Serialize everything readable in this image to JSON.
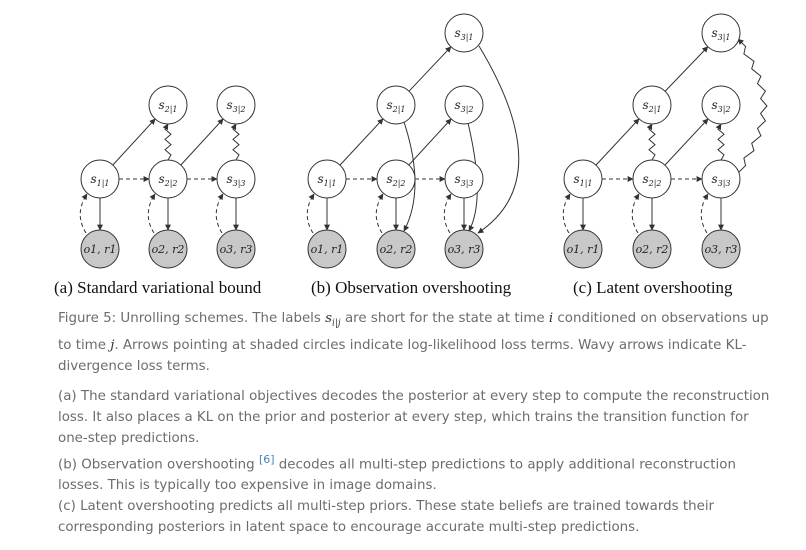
{
  "figure": {
    "panels": [
      {
        "id": "a",
        "caption": "(a) Standard variational bound"
      },
      {
        "id": "b",
        "caption": "(b) Observation overshooting"
      },
      {
        "id": "c",
        "caption": "(c) Latent overshooting"
      }
    ],
    "state_labels": [
      "s",
      "1|1",
      "2|1",
      "2|2",
      "3|2",
      "3|3",
      "3|1"
    ],
    "obs_labels": [
      "o1, r1",
      "o2, r2",
      "o3, r3"
    ],
    "colors": {
      "shaded": "#c8c8c8",
      "stroke": "#333333"
    }
  },
  "caption": {
    "p1": "Figure 5: Unrolling schemes. The labels ",
    "sym_s": "s",
    "sym_sub": "i|j",
    "p2": " are short for the state at time ",
    "sym_i": "i",
    "p3": " conditioned on observations up to time ",
    "sym_j": "j",
    "p4": ". Arrows pointing at shaded circles indicate log-likelihood loss terms. Wavy arrows indicate KL-divergence loss terms."
  },
  "description": {
    "a": "(a) The standard variational objectives decodes the posterior at every step to compute the reconstruction loss. It also places a KL on the prior and posterior at every step, which trains the transition function for one-step predictions.",
    "b_pre": "(b) Observation overshooting ",
    "b_cite": "[6]",
    "b_post": " decodes all multi-step predictions to apply additional reconstruction losses. This is typically too expensive in image domains.",
    "c": "(c) Latent overshooting predicts all multi-step priors. These state beliefs are trained towards their corresponding posteriors in latent space to encourage accurate multi-step predictions."
  }
}
